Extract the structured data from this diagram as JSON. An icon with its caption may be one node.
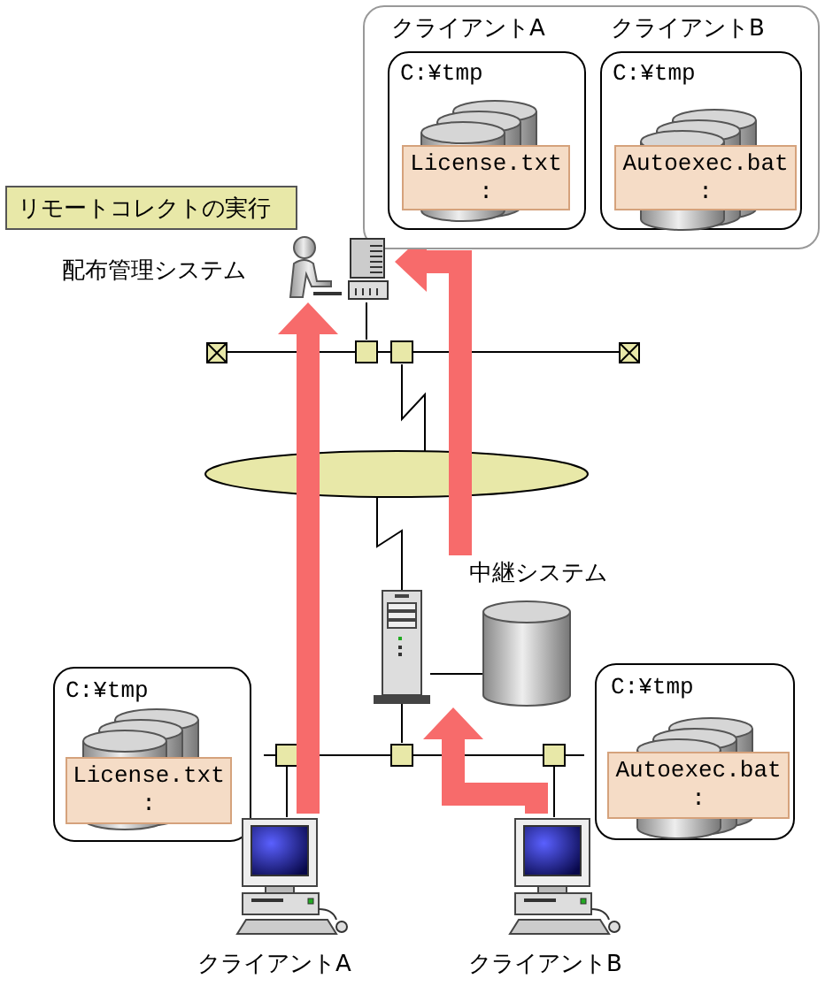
{
  "diagram": {
    "nodes": [
      {
        "text": [
          "リモートコレクトの実行"
        ]
      },
      {
        "text": [],
        "shape": "box"
      },
      {
        "text": [
          "クライアントA",
          "C:¥tmp"
        ],
        "in": 1
      },
      {
        "text": [
          "License.txt",
          ":"
        ],
        "in": 2
      },
      {
        "text": [
          "クライアントB",
          "C:¥tmp"
        ],
        "in": 1
      },
      {
        "text": [
          "Autoexec.bat",
          ":"
        ],
        "in": 4
      },
      {
        "text": [
          "配布管理システム"
        ]
      },
      {
        "text": [
          "中継システム"
        ]
      },
      {
        "text": [
          "C:¥tmp"
        ]
      },
      {
        "text": [
          "License.txt",
          ":"
        ],
        "in": 8
      },
      {
        "text": [
          "C:¥tmp"
        ]
      },
      {
        "text": [
          "Autoexec.bat",
          ":"
        ],
        "in": 10
      },
      {
        "text": [
          "クライアントA"
        ]
      },
      {
        "text": [
          "クライアントB"
        ]
      }
    ],
    "edges": [
      {
        "from": 12,
        "to": 6,
        "arrow": "to"
      },
      {
        "from": 7,
        "to": 6,
        "arrow": "to"
      },
      {
        "from": 13,
        "to": 7,
        "arrow": "to"
      }
    ]
  }
}
